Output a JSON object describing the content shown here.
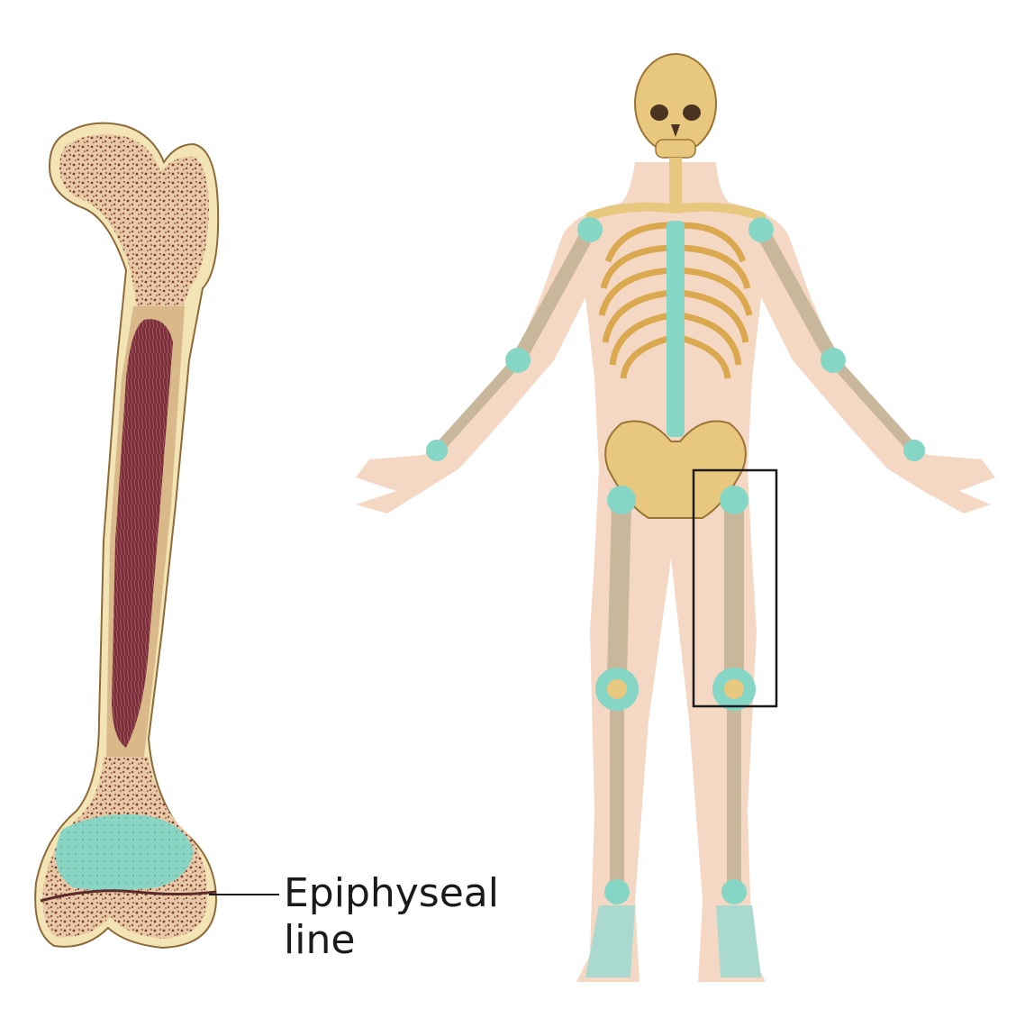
{
  "annotation": {
    "label_line1": "Epiphyseal",
    "label_line2": "line"
  },
  "colors": {
    "bone_cream": "#f3e4b5",
    "spongy_bone": "#c98f74",
    "marrow": "#7a2f3a",
    "cartilage": "#7fd3c4",
    "skeleton_bone": "#e8c77e",
    "skin": "#f4d8c4",
    "long_bone_shaft": "#c9b79b"
  },
  "icons": {
    "femur": "femur-cross-section-illustration",
    "skeleton": "human-skeleton-illustration"
  }
}
